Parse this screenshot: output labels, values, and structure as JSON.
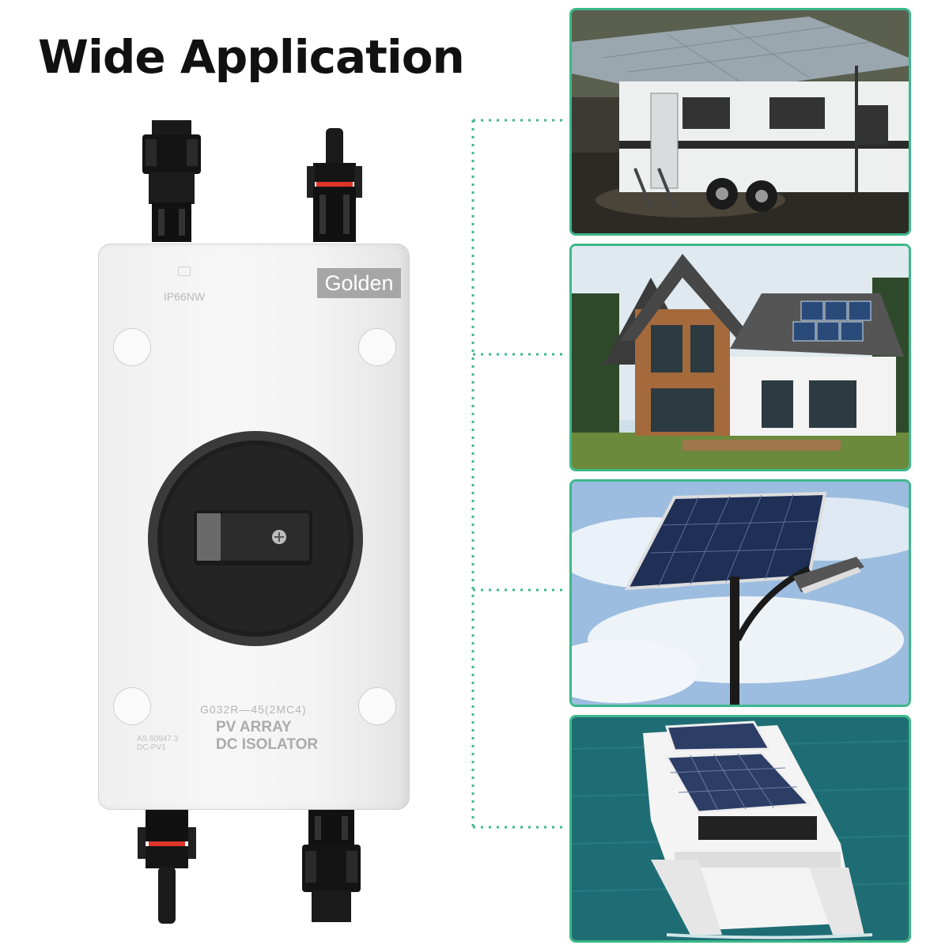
{
  "title": "Wide Application",
  "device": {
    "brand": "Golden",
    "ip_rating": "IP66NW",
    "model": "G032R—45(2MC4)",
    "line1": "PV ARRAY",
    "line2": "DC ISOLATOR",
    "spec_line1": "AS 60947.3",
    "spec_line2": "DC-PV1"
  },
  "applications": [
    {
      "icon": "rv-trailer-image"
    },
    {
      "icon": "house-solar-roof-image"
    },
    {
      "icon": "solar-street-light-image"
    },
    {
      "icon": "solar-catamaran-image"
    }
  ],
  "colors": {
    "accent": "#3db88a",
    "body": "#f2f2f2",
    "dial": "#1e1e1e",
    "connector": "#1a1a1a",
    "seal": "#e0352b"
  }
}
